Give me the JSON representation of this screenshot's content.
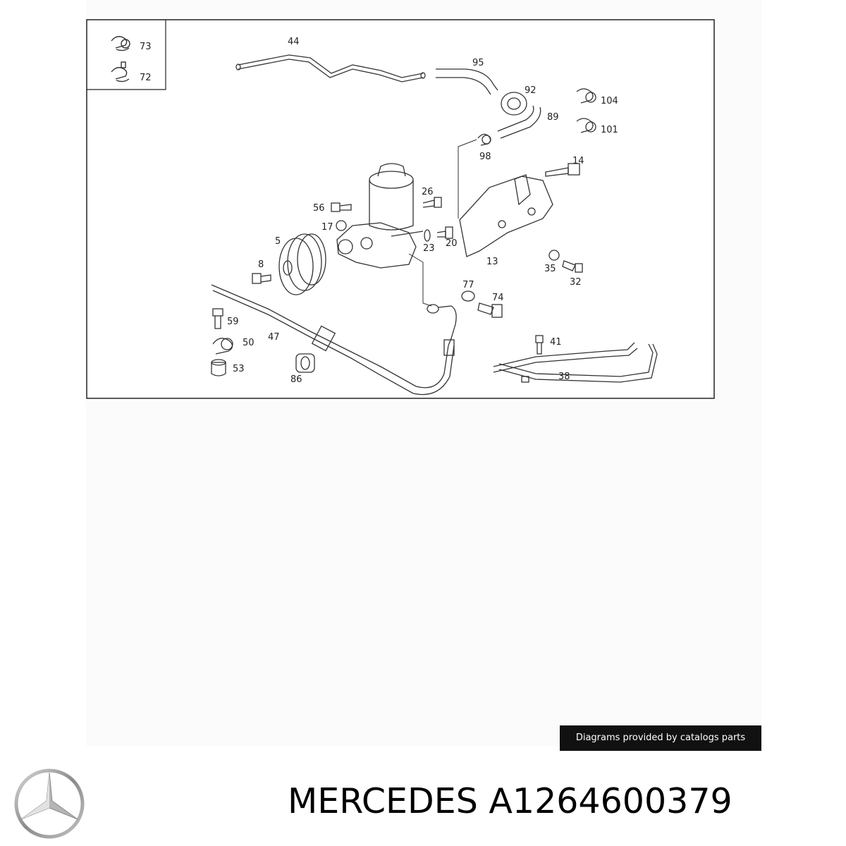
{
  "diagram": {
    "callouts": [
      "73",
      "72",
      "44",
      "95",
      "92",
      "104",
      "89",
      "101",
      "98",
      "14",
      "26",
      "56",
      "17",
      "5",
      "23",
      "20",
      "13",
      "8",
      "35",
      "32",
      "77",
      "74",
      "59",
      "47",
      "50",
      "41",
      "53",
      "86",
      "38"
    ]
  },
  "credit": "Diagrams provided by catalogs parts",
  "brand": "MERCEDES",
  "part_number": "A1264600379",
  "logo_icon": "mercedes-star-icon"
}
